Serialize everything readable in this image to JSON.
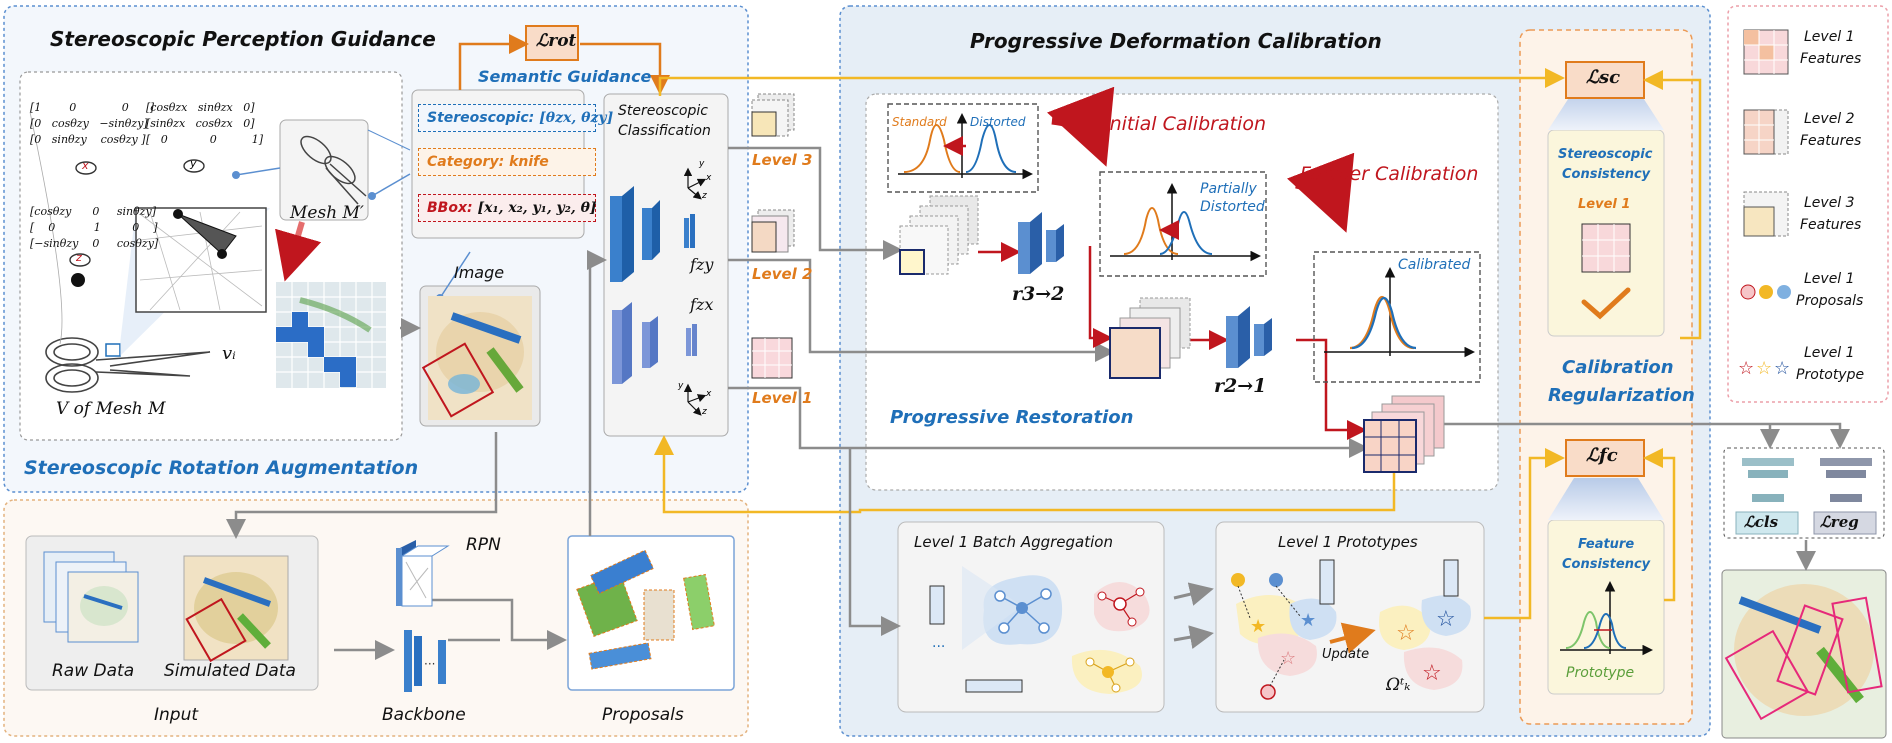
{
  "panels": {
    "perception_title": "Stereoscopic Perception Guidance",
    "calibration_title": "Progressive Deformation Calibration",
    "rotation_aug": "Stereoscopic Rotation Augmentation",
    "semantic_guidance": "Semantic Guidance",
    "progressive_restoration": "Progressive Restoration",
    "calibration_regularization_1": "Calibration",
    "calibration_regularization_2": "Regularization"
  },
  "losses": {
    "rot": "ℒrot",
    "rot_sub": "rot",
    "sc": "ℒsc",
    "sc_sub": "sc",
    "fc": "ℒfc",
    "fc_sub": "fc",
    "cls": "ℒcls",
    "cls_sub": "cls",
    "reg": "ℒreg",
    "reg_sub": "reg"
  },
  "mesh": {
    "mesh_m_prime": "Mesh M′",
    "v_of_mesh": "V of Mesh M",
    "vi": "vᵢ",
    "image": "Image",
    "matrix_x": "[1        0             0      ]\n[0   cosθzy   −sinθzy]\n[0   sinθzy    cosθzy ]",
    "matrix_z": "[cosθzx   sinθzx   0]\n[sinθzx   cosθzx   0]\n[   0            0          1]",
    "matrix_y": "[cosθzy      0     sinθzy]\n[    0           1         0    ]\n[−sinθzy    0     cosθzy]",
    "axis_x": "x",
    "axis_y": "y",
    "axis_z": "z"
  },
  "semantic": {
    "stereo_label": "Stereoscopic:",
    "stereo_value": "[θzx, θzy]",
    "category_label": "Category:",
    "category_value": "knife",
    "bbox_label": "BBox:",
    "bbox_value": "[x₁, x₂, y₁, y₂, θ]"
  },
  "classification": {
    "title_1": "Stereoscopic",
    "title_2": "Classification",
    "f_zy": "fzy",
    "f_zx": "fzx"
  },
  "levels": {
    "l3": "Level 3",
    "l2": "Level 2",
    "l1": "Level 1"
  },
  "calibration": {
    "standard": "Standard",
    "distorted": "Distorted",
    "initial": "Initial Calibration",
    "further": "Further Calibration",
    "partially_1": "Partially",
    "partially_2": "Distorted",
    "calibrated": "Calibrated",
    "r32": "r3→2",
    "r21": "r2→1"
  },
  "regularization": {
    "stereo_consistency_1": "Stereoscopic",
    "stereo_consistency_2": "Consistency",
    "level1": "Level 1",
    "feature_consistency_1": "Feature",
    "feature_consistency_2": "Consistency",
    "prototype": "Prototype"
  },
  "bottom": {
    "batch_agg": "Level 1  Batch Aggregation",
    "prototypes": "Level 1 Prototypes",
    "update": "Update",
    "omega": "Ωᵗₖ",
    "dots": "···",
    "raw": "Raw Data",
    "simulated": "Simulated Data",
    "input": "Input",
    "rpn": "RPN",
    "backbone": "Backbone",
    "proposals": "Proposals"
  },
  "legend": {
    "l1f_1": "Level 1",
    "l1f_2": "Features",
    "l2f_1": "Level 2",
    "l2f_2": "Features",
    "l3f_1": "Level 3",
    "l3f_2": "Features",
    "l1p_1": "Level 1",
    "l1p_2": "Proposals",
    "l1pr_1": "Level 1",
    "l1pr_2": "Prototype"
  },
  "colors": {
    "blue": "#1f6fb8",
    "orange": "#e07b1c",
    "red": "#c0161e",
    "yellow": "#f2b825",
    "gray": "#8c8c8c"
  }
}
